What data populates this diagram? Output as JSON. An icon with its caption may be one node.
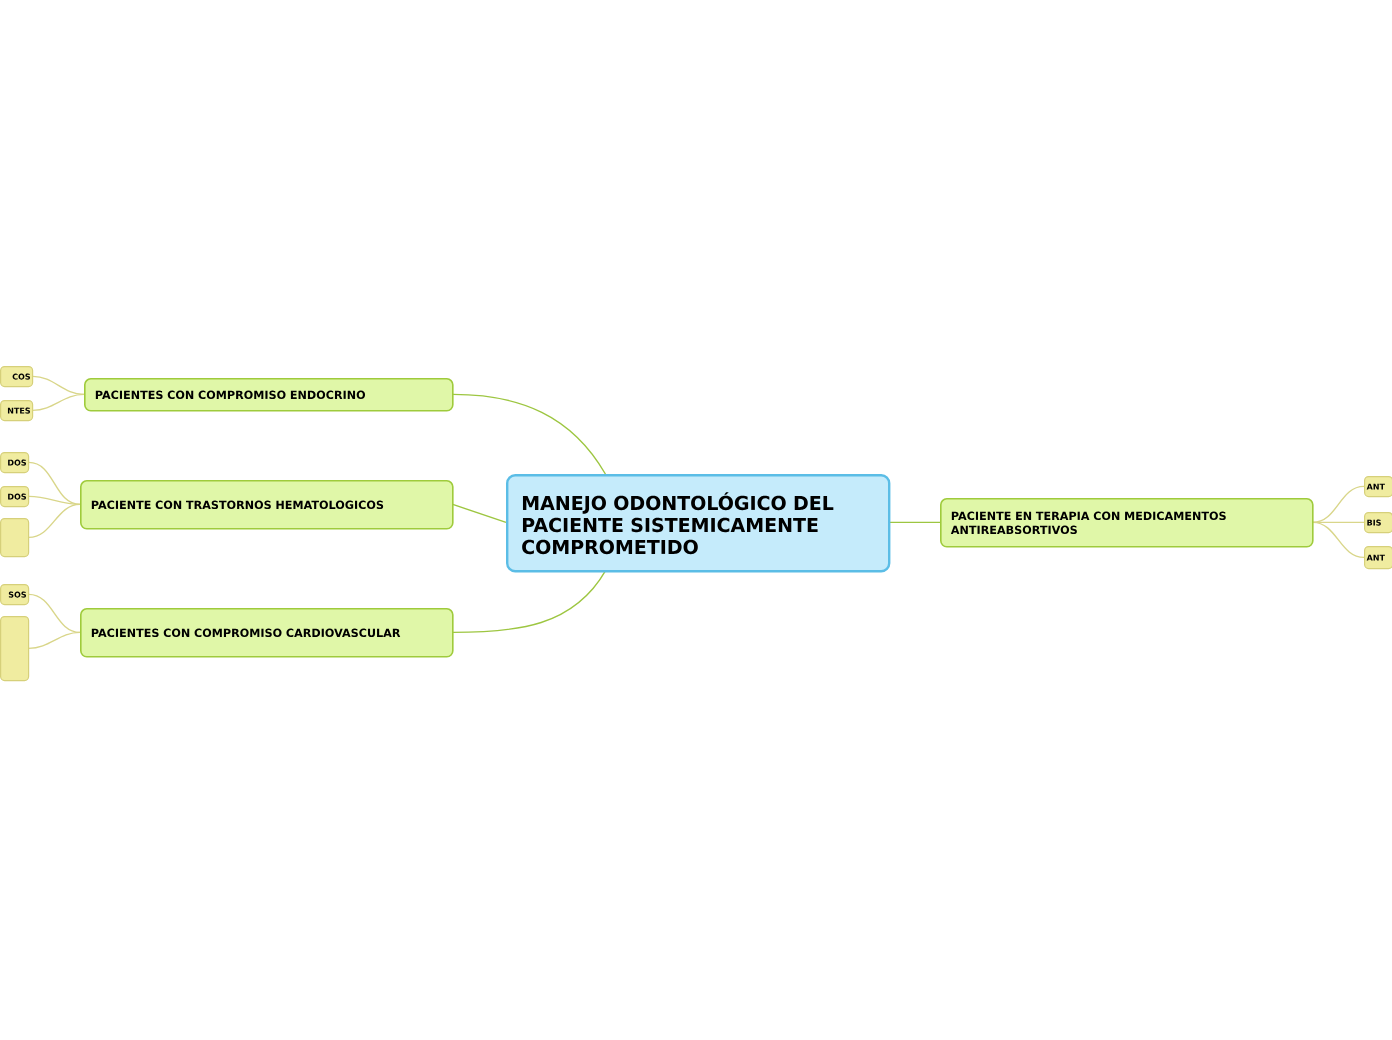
{
  "diagram": {
    "nodes": [
      {
        "text": [
          "MANEJO ODONTOLÓGICO DEL PACIENTE SISTEMICAMENTE COMPROMETIDO"
        ]
      },
      {
        "text": [
          "PACIENTES CON COMPROMISO ENDOCRINO"
        ]
      },
      {
        "text": [
          "PACIENTE CON TRASTORNOS HEMATOLOGICOS"
        ]
      },
      {
        "text": [
          "PACIENTES CON COMPROMISO CARDIOVASCULAR"
        ]
      },
      {
        "text": [
          "PACIENTE EN TERAPIA CON MEDICAMENTOS ANTIREABSORTIVOS"
        ]
      },
      {
        "text": [
          "COS"
        ]
      },
      {
        "text": [
          "NTES"
        ]
      },
      {
        "text": [
          "DOS"
        ]
      },
      {
        "text": [
          "DOS"
        ]
      },
      {
        "text": [],
        "shape": "box"
      },
      {
        "text": [
          "SOS"
        ]
      },
      {
        "text": [],
        "shape": "box"
      },
      {
        "text": [
          "ANT"
        ]
      },
      {
        "text": [
          "BIS"
        ]
      },
      {
        "text": [
          "ANT"
        ]
      }
    ],
    "edges": [
      {
        "from": 0,
        "to": 1,
        "arrow": "none",
        "color": "#9dc641"
      },
      {
        "from": 0,
        "to": 2,
        "arrow": "none",
        "color": "#9dc641"
      },
      {
        "from": 0,
        "to": 3,
        "arrow": "none",
        "color": "#9dc641"
      },
      {
        "from": 0,
        "to": 4,
        "arrow": "none",
        "color": "#9dc641"
      },
      {
        "from": 1,
        "to": 5,
        "arrow": "none"
      },
      {
        "from": 1,
        "to": 6,
        "arrow": "none"
      },
      {
        "from": 2,
        "to": 7,
        "arrow": "none"
      },
      {
        "from": 2,
        "to": 8,
        "arrow": "none"
      },
      {
        "from": 2,
        "to": 9,
        "arrow": "none"
      },
      {
        "from": 3,
        "to": 10,
        "arrow": "none"
      },
      {
        "from": 3,
        "to": 11,
        "arrow": "none"
      },
      {
        "from": 4,
        "to": 12,
        "arrow": "none"
      },
      {
        "from": 4,
        "to": 13,
        "arrow": "none"
      },
      {
        "from": 4,
        "to": 14,
        "arrow": "none"
      }
    ]
  }
}
